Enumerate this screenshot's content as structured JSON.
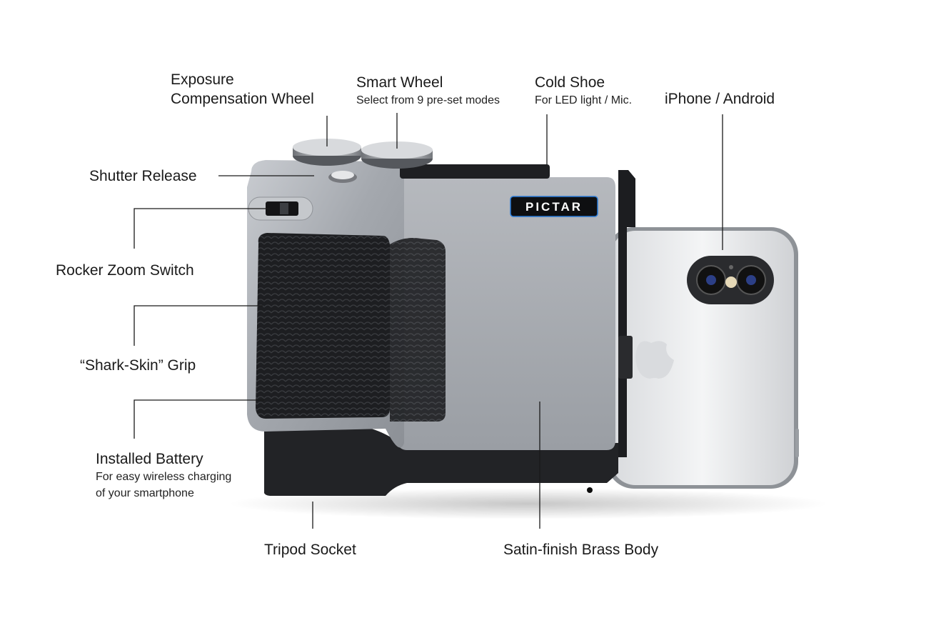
{
  "brand": "PICTAR",
  "colors": {
    "body_silver": "#a8acb2",
    "grip_black": "#1e1f22",
    "brand_blue": "#2a7bd8"
  },
  "labels": {
    "exposure": {
      "line1": "Exposure",
      "line2": "Compensation Wheel"
    },
    "smart_wheel": {
      "title": "Smart Wheel",
      "sub": "Select from 9 pre-set modes"
    },
    "cold_shoe": {
      "title": "Cold Shoe",
      "sub": "For LED light / Mic."
    },
    "phone": {
      "title": "iPhone / Android"
    },
    "shutter": {
      "title": "Shutter Release"
    },
    "rocker": {
      "title": "Rocker Zoom Switch"
    },
    "grip": {
      "title": "“Shark-Skin” Grip"
    },
    "battery": {
      "title": "Installed Battery",
      "sub1": "For easy wireless charging",
      "sub2": "of your smartphone"
    },
    "tripod": {
      "title": "Tripod Socket"
    },
    "body": {
      "title": "Satin-finish Brass Body"
    }
  }
}
